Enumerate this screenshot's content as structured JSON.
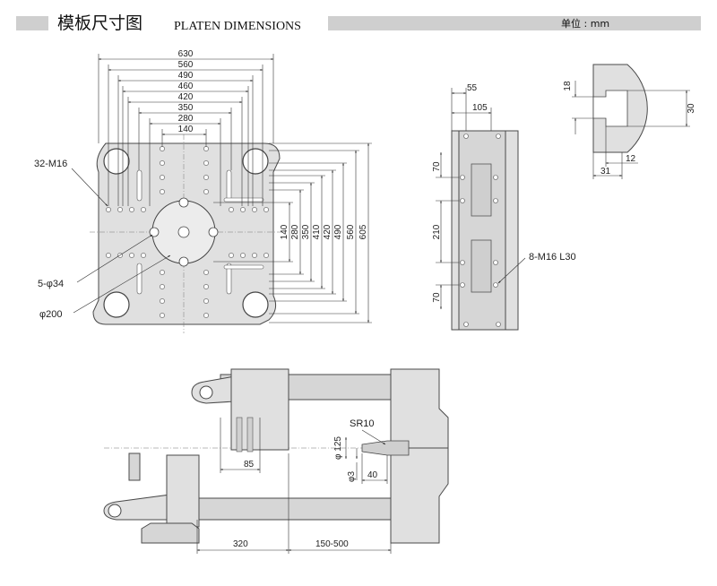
{
  "header": {
    "title_cn": "模板尺寸图",
    "title_en": "PLATEN DIMENSIONS",
    "unit": "单位 : mm"
  },
  "platen_front": {
    "horizontal_dims": [
      "630",
      "560",
      "490",
      "460",
      "420",
      "350",
      "280",
      "140"
    ],
    "vertical_dims": [
      "140",
      "280",
      "350",
      "410",
      "420",
      "490",
      "560",
      "605"
    ],
    "callouts": {
      "bolts": "32-M16",
      "holes": "5-φ34",
      "center": "φ200"
    }
  },
  "platen_side": {
    "top_dims": [
      "55",
      "105"
    ],
    "left_dims": [
      "70",
      "210",
      "70"
    ],
    "callout": "8-M16 L30"
  },
  "slot_detail": {
    "dims": [
      "18",
      "30",
      "12",
      "31"
    ]
  },
  "machine": {
    "dims": [
      "85",
      "φ 125",
      "φ3",
      "40",
      "SR10",
      "320",
      "150-500"
    ]
  }
}
